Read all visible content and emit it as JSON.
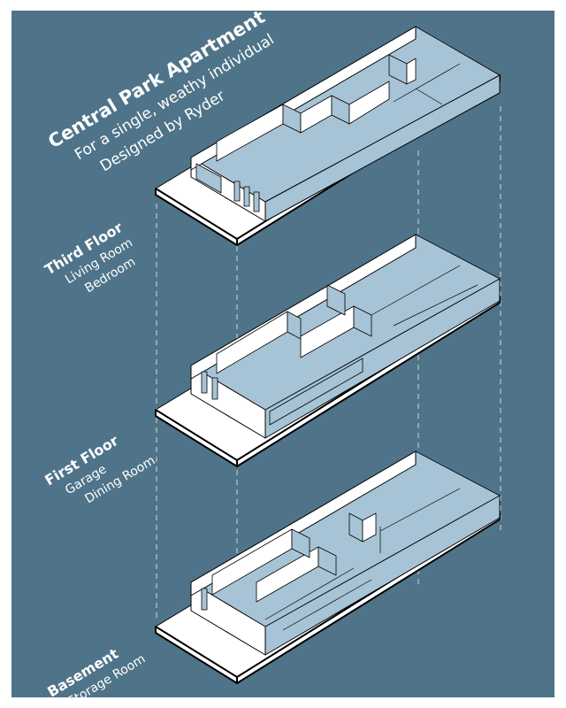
{
  "colors": {
    "background": "#4f7489",
    "frame": "#ffffff",
    "wall_light": "#ffffff",
    "wall_shade": "#a7c4d6",
    "outline": "#000000",
    "guide": "#ffffff",
    "text": "#ffffff"
  },
  "title_block": {
    "title": "Central Park Apartment",
    "line1": "For a single, weathy individual",
    "line2": "Designed by Ryder"
  },
  "floors": [
    {
      "name": "Third Floor",
      "rooms": [
        "Living Room",
        "Bedroom"
      ]
    },
    {
      "name": "First Floor",
      "rooms": [
        "Garage",
        "Dining Room"
      ]
    },
    {
      "name": "Basement",
      "rooms": [
        "Storage Room"
      ]
    }
  ]
}
